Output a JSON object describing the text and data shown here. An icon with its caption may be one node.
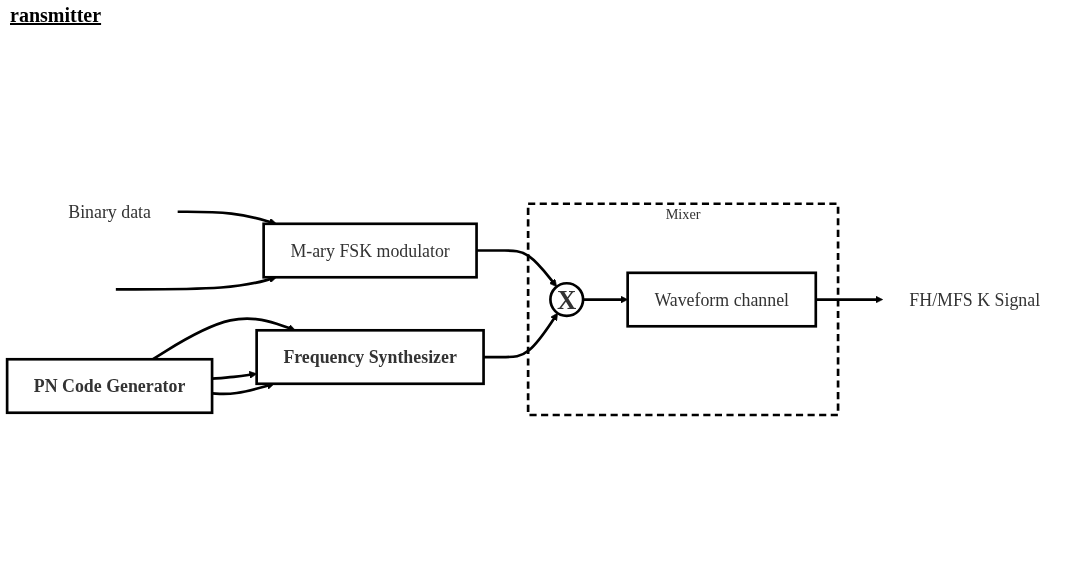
{
  "diagram": {
    "title": "ransmitter",
    "nodes": [
      {
        "text": [
          "Binary data"
        ]
      },
      {
        "text": [
          "M-ary FSK modulator"
        ]
      },
      {
        "text": [
          "Mixer"
        ]
      },
      {
        "text": [
          "X"
        ],
        "in": 2
      },
      {
        "text": [
          "Waveform channel"
        ],
        "in": 2
      },
      {
        "text": [
          "FH/MFS K Signal"
        ]
      },
      {
        "text": [
          "Frequency Synthesizer"
        ]
      },
      {
        "text": [
          "PN Code Generator"
        ]
      }
    ],
    "edges": [
      {
        "from": 0,
        "to": 1,
        "arrow": "to"
      },
      {
        "from": null,
        "to": 1,
        "arrow": "to"
      },
      {
        "from": 1,
        "to": 3,
        "arrow": "to"
      },
      {
        "from": 3,
        "to": 4,
        "arrow": "to"
      },
      {
        "from": 4,
        "to": 5,
        "arrow": "to"
      },
      {
        "from": 6,
        "to": 3,
        "arrow": "to"
      },
      {
        "from": 7,
        "to": 6,
        "arrow": "to"
      },
      {
        "from": 7,
        "to": 6,
        "arrow": "to"
      },
      {
        "from": 7,
        "to": 6,
        "arrow": "to"
      }
    ]
  }
}
